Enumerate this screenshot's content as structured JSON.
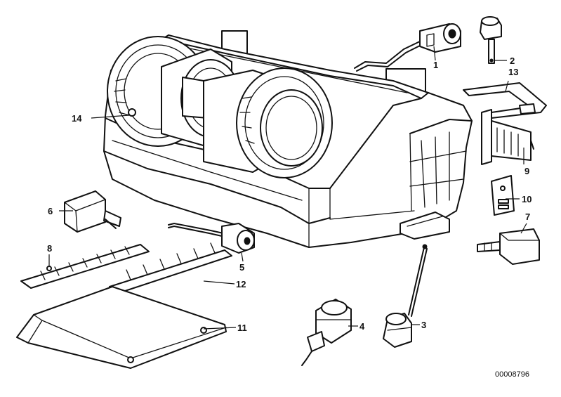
{
  "diagram": {
    "callouts": {
      "c1": "1",
      "c2": "2",
      "c3": "3",
      "c4": "4",
      "c5": "5",
      "c6": "6",
      "c7": "7",
      "c8": "8",
      "c9": "9",
      "c10": "10",
      "c11": "11",
      "c12": "12",
      "c13": "13",
      "c14": "14"
    },
    "document_number": "00008796"
  }
}
